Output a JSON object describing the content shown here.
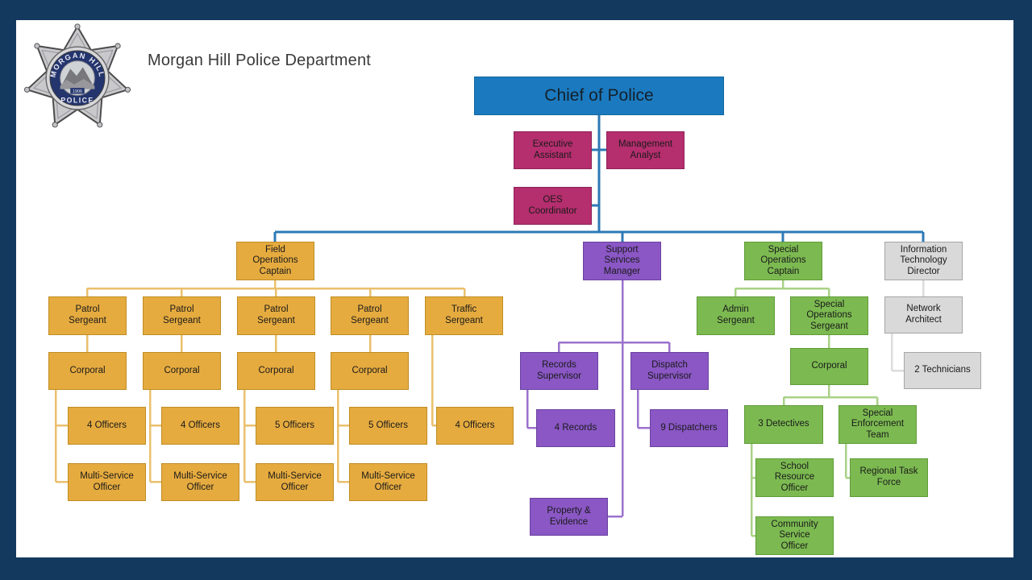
{
  "header": {
    "title": "Morgan Hill Police Department",
    "badge": {
      "top_text": "MORGAN HILL",
      "bottom_text": "POLICE",
      "year": "1906"
    }
  },
  "colors": {
    "navy_frame": "#14395f",
    "chief_blue": "#1b7abf",
    "chief_blue_border": "#12669f",
    "magenta": "#b52e6e",
    "magenta_border": "#8e2156",
    "gold": "#e6ab3f",
    "gold_border": "#bf8d23",
    "purple": "#8a57c5",
    "purple_border": "#6a42a0",
    "green": "#7cba51",
    "green_border": "#5f9c37",
    "gray": "#d9d9d9",
    "gray_border": "#a6a6a6",
    "line_blue": "#2e79b5",
    "line_gold": "#eac06d",
    "line_purple": "#9b72cd",
    "line_green": "#a9d287",
    "line_gray": "#dcdcdc"
  },
  "org_chart": {
    "nodes": {
      "chief": {
        "label": "Chief of Police",
        "group": "command"
      },
      "exec_assistant": {
        "label": "Executive\nAssistant",
        "group": "executive"
      },
      "mgmt_analyst": {
        "label": "Management\nAnalyst",
        "group": "executive"
      },
      "oes_coordinator": {
        "label": "OES\nCoordinator",
        "group": "executive"
      },
      "field_ops_captain": {
        "label": "Field\nOperations\nCaptain",
        "group": "field"
      },
      "patrol_sgt_1": {
        "label": "Patrol\nSergeant",
        "group": "field"
      },
      "patrol_sgt_2": {
        "label": "Patrol\nSergeant",
        "group": "field"
      },
      "patrol_sgt_3": {
        "label": "Patrol\nSergeant",
        "group": "field"
      },
      "patrol_sgt_4": {
        "label": "Patrol\nSergeant",
        "group": "field"
      },
      "traffic_sgt": {
        "label": "Traffic\nSergeant",
        "group": "field"
      },
      "corporal_1": {
        "label": "Corporal",
        "group": "field"
      },
      "corporal_2": {
        "label": "Corporal",
        "group": "field"
      },
      "corporal_3": {
        "label": "Corporal",
        "group": "field"
      },
      "corporal_4": {
        "label": "Corporal",
        "group": "field"
      },
      "officers_1": {
        "label": "4 Officers",
        "group": "field"
      },
      "officers_2": {
        "label": "4 Officers",
        "group": "field"
      },
      "officers_3": {
        "label": "5 Officers",
        "group": "field"
      },
      "officers_4": {
        "label": "5 Officers",
        "group": "field"
      },
      "officers_traffic": {
        "label": "4 Officers",
        "group": "field"
      },
      "mso_1": {
        "label": "Multi-Service\nOfficer",
        "group": "field"
      },
      "mso_2": {
        "label": "Multi-Service\nOfficer",
        "group": "field"
      },
      "mso_3": {
        "label": "Multi-Service\nOfficer",
        "group": "field"
      },
      "mso_4": {
        "label": "Multi-Service\nOfficer",
        "group": "field"
      },
      "support_svcs_mgr": {
        "label": "Support\nServices\nManager",
        "group": "support"
      },
      "records_supervisor": {
        "label": "Records\nSupervisor",
        "group": "support"
      },
      "dispatch_supervisor": {
        "label": "Dispatch\nSupervisor",
        "group": "support"
      },
      "records_4": {
        "label": "4 Records",
        "group": "support"
      },
      "dispatchers_9": {
        "label": "9 Dispatchers",
        "group": "support"
      },
      "property_evidence": {
        "label": "Property &\nEvidence",
        "group": "support"
      },
      "special_ops_captain": {
        "label": "Special\nOperations\nCaptain",
        "group": "special"
      },
      "admin_sgt": {
        "label": "Admin\nSergeant",
        "group": "special"
      },
      "special_ops_sgt": {
        "label": "Special\nOperations\nSergeant",
        "group": "special"
      },
      "corporal_so": {
        "label": "Corporal",
        "group": "special"
      },
      "detectives_3": {
        "label": "3 Detectives",
        "group": "special"
      },
      "set_team": {
        "label": "Special\nEnforcement\nTeam",
        "group": "special"
      },
      "sro": {
        "label": "School\nResource\nOfficer",
        "group": "special"
      },
      "rtf": {
        "label": "Regional Task\nForce",
        "group": "special"
      },
      "cso": {
        "label": "Community\nService\nOfficer",
        "group": "special"
      },
      "it_director": {
        "label": "Information\nTechnology\nDirector",
        "group": "it"
      },
      "network_architect": {
        "label": "Network\nArchitect",
        "group": "it"
      },
      "technicians_2": {
        "label": "2 Technicians",
        "group": "it"
      }
    },
    "edges": [
      [
        "chief",
        "exec_assistant"
      ],
      [
        "chief",
        "mgmt_analyst"
      ],
      [
        "chief",
        "oes_coordinator"
      ],
      [
        "chief",
        "field_ops_captain"
      ],
      [
        "chief",
        "support_svcs_mgr"
      ],
      [
        "chief",
        "special_ops_captain"
      ],
      [
        "chief",
        "it_director"
      ],
      [
        "field_ops_captain",
        "patrol_sgt_1"
      ],
      [
        "field_ops_captain",
        "patrol_sgt_2"
      ],
      [
        "field_ops_captain",
        "patrol_sgt_3"
      ],
      [
        "field_ops_captain",
        "patrol_sgt_4"
      ],
      [
        "field_ops_captain",
        "traffic_sgt"
      ],
      [
        "patrol_sgt_1",
        "corporal_1"
      ],
      [
        "patrol_sgt_2",
        "corporal_2"
      ],
      [
        "patrol_sgt_3",
        "corporal_3"
      ],
      [
        "patrol_sgt_4",
        "corporal_4"
      ],
      [
        "corporal_1",
        "officers_1"
      ],
      [
        "corporal_1",
        "mso_1"
      ],
      [
        "corporal_2",
        "officers_2"
      ],
      [
        "corporal_2",
        "mso_2"
      ],
      [
        "corporal_3",
        "officers_3"
      ],
      [
        "corporal_3",
        "mso_3"
      ],
      [
        "corporal_4",
        "officers_4"
      ],
      [
        "corporal_4",
        "mso_4"
      ],
      [
        "traffic_sgt",
        "officers_traffic"
      ],
      [
        "support_svcs_mgr",
        "records_supervisor"
      ],
      [
        "support_svcs_mgr",
        "dispatch_supervisor"
      ],
      [
        "support_svcs_mgr",
        "property_evidence"
      ],
      [
        "records_supervisor",
        "records_4"
      ],
      [
        "dispatch_supervisor",
        "dispatchers_9"
      ],
      [
        "special_ops_captain",
        "admin_sgt"
      ],
      [
        "special_ops_captain",
        "special_ops_sgt"
      ],
      [
        "special_ops_sgt",
        "corporal_so"
      ],
      [
        "corporal_so",
        "detectives_3"
      ],
      [
        "corporal_so",
        "set_team"
      ],
      [
        "detectives_3",
        "sro"
      ],
      [
        "detectives_3",
        "cso"
      ],
      [
        "set_team",
        "rtf"
      ],
      [
        "it_director",
        "network_architect"
      ],
      [
        "network_architect",
        "technicians_2"
      ]
    ]
  }
}
